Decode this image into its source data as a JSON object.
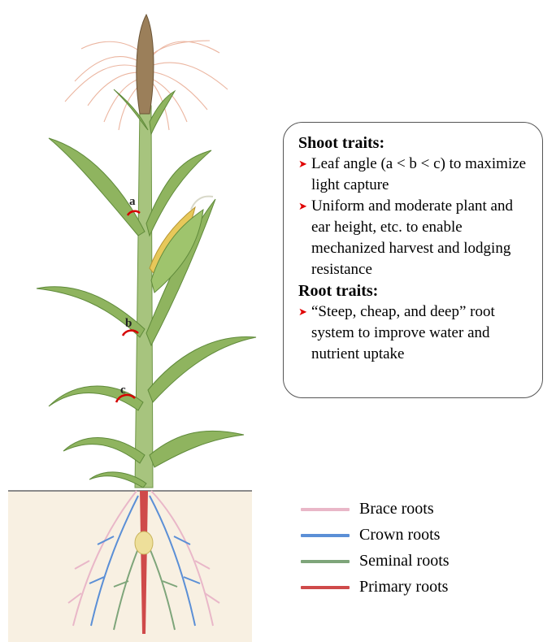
{
  "traits": {
    "shoot_heading": "Shoot traits:",
    "shoot_items": [
      "Leaf angle (a < b < c) to maximize light capture",
      "Uniform and moderate plant and ear height, etc. to enable mechanized harvest and lodging resistance"
    ],
    "root_heading": "Root traits:",
    "root_items": [
      "“Steep, cheap, and deep” root system to improve water and nutrient uptake"
    ]
  },
  "angle_labels": {
    "a": "a",
    "b": "b",
    "c": "c"
  },
  "legend": [
    {
      "label": "Brace roots",
      "color": "#e9b7c8"
    },
    {
      "label": "Crown roots",
      "color": "#5b8fd6"
    },
    {
      "label": "Seminal roots",
      "color": "#7ea57a"
    },
    {
      "label": "Primary roots",
      "color": "#cf4a4a"
    }
  ],
  "colors": {
    "leaf": "#8fb45f",
    "leaf_dark": "#5f8a3a",
    "stalk": "#a7c47e",
    "tassel": "#e8a990",
    "ear_kernel": "#e7c85a",
    "angle_arc": "#d50000",
    "soil": "#f8f0e2",
    "ground_line": "#8a8a8a",
    "seed": "#eedf9a"
  }
}
